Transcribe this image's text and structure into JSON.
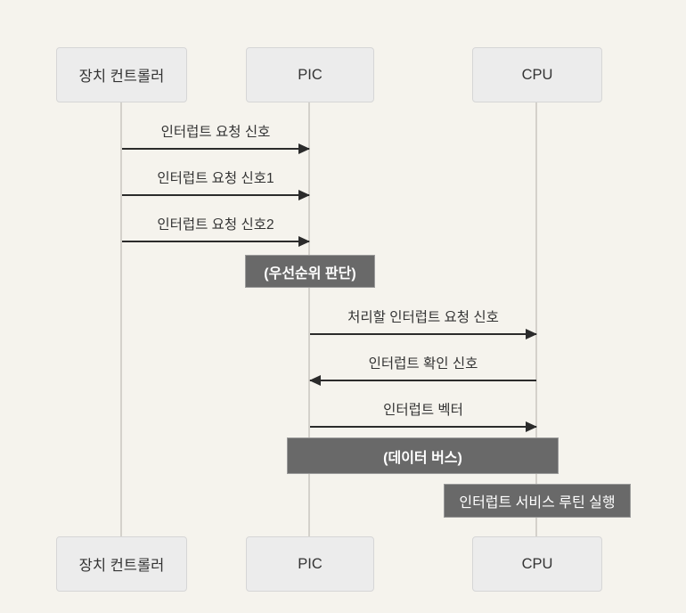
{
  "diagram": {
    "type": "sequence",
    "colors": {
      "background": "#f5f3ed",
      "actor_fill": "#ececec",
      "actor_border": "#d6d6d6",
      "note_fill": "#696969",
      "note_text": "#ffffff",
      "arrow": "#2b2b2b",
      "lifeline": "#d4d1cb",
      "text": "#333333"
    },
    "actors": [
      {
        "id": "device-controller",
        "label": "장치 컨트롤러"
      },
      {
        "id": "pic",
        "label": "PIC"
      },
      {
        "id": "cpu",
        "label": "CPU"
      }
    ],
    "messages": [
      {
        "label": "인터럽트 요청 신호",
        "from": "장치 컨트롤러",
        "to": "PIC",
        "direction": "right"
      },
      {
        "label": "인터럽트 요청 신호1",
        "from": "장치 컨트롤러",
        "to": "PIC",
        "direction": "right"
      },
      {
        "label": "인터럽트 요청 신호2",
        "from": "장치 컨트롤러",
        "to": "PIC",
        "direction": "right"
      },
      {
        "label": "처리할 인터럽트 요청 신호",
        "from": "PIC",
        "to": "CPU",
        "direction": "right"
      },
      {
        "label": "인터럽트 확인 신호",
        "from": "CPU",
        "to": "PIC",
        "direction": "left"
      },
      {
        "label": "인터럽트 벡터",
        "from": "PIC",
        "to": "CPU",
        "direction": "right"
      }
    ],
    "notes": [
      {
        "label": "(우선순위 판단)",
        "over": "PIC"
      },
      {
        "label": "(데이터 버스)",
        "over": "PIC, CPU"
      },
      {
        "label": "인터럽트 서비스 루틴 실행",
        "over": "CPU"
      }
    ]
  }
}
